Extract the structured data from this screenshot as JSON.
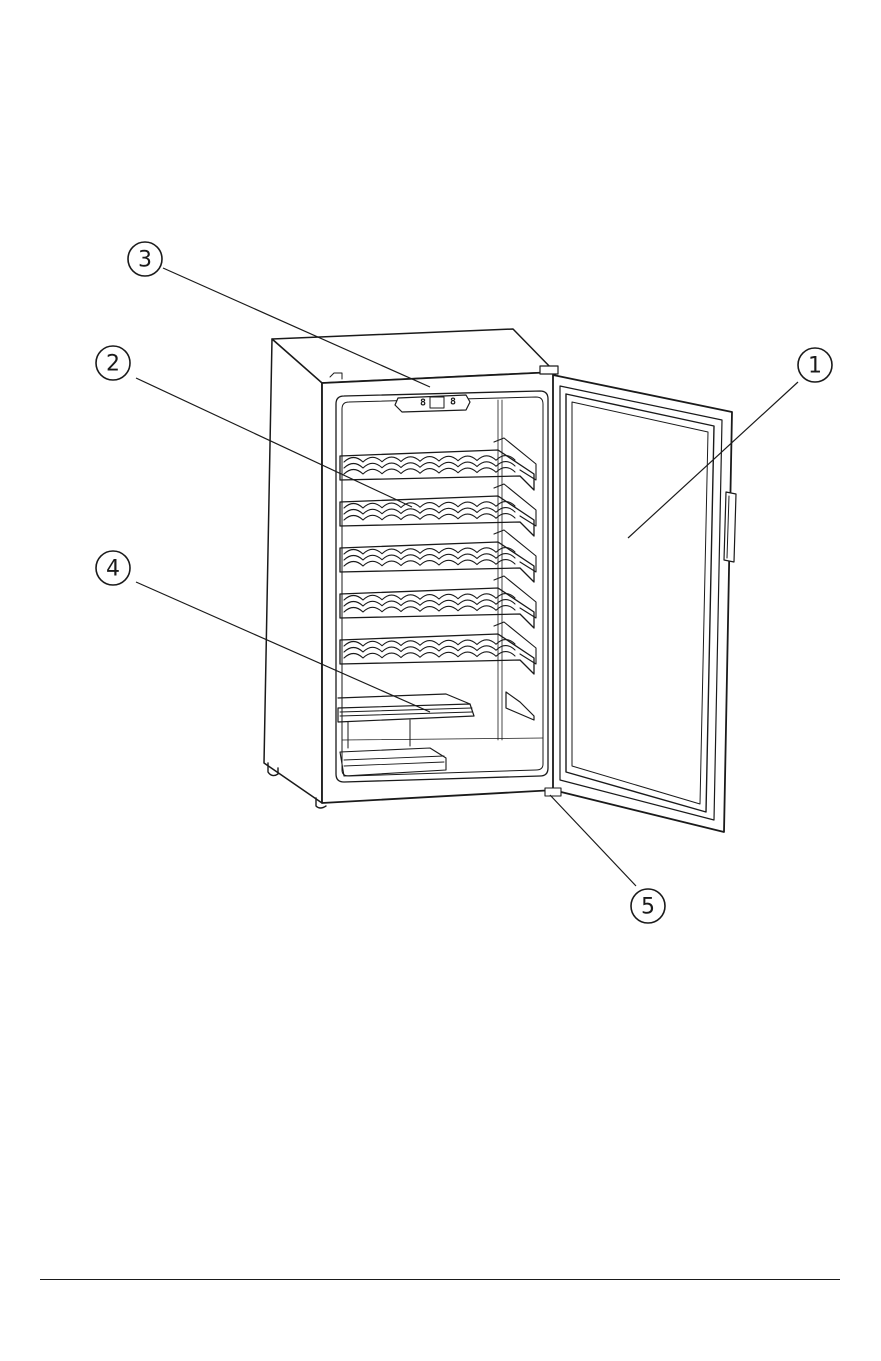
{
  "diagram": {
    "callouts": [
      {
        "id": "1",
        "label": "1"
      },
      {
        "id": "2",
        "label": "2"
      },
      {
        "id": "3",
        "label": "3"
      },
      {
        "id": "4",
        "label": "4"
      },
      {
        "id": "5",
        "label": "5"
      }
    ],
    "display": {
      "left_digit": "8",
      "right_digit": "8"
    }
  }
}
